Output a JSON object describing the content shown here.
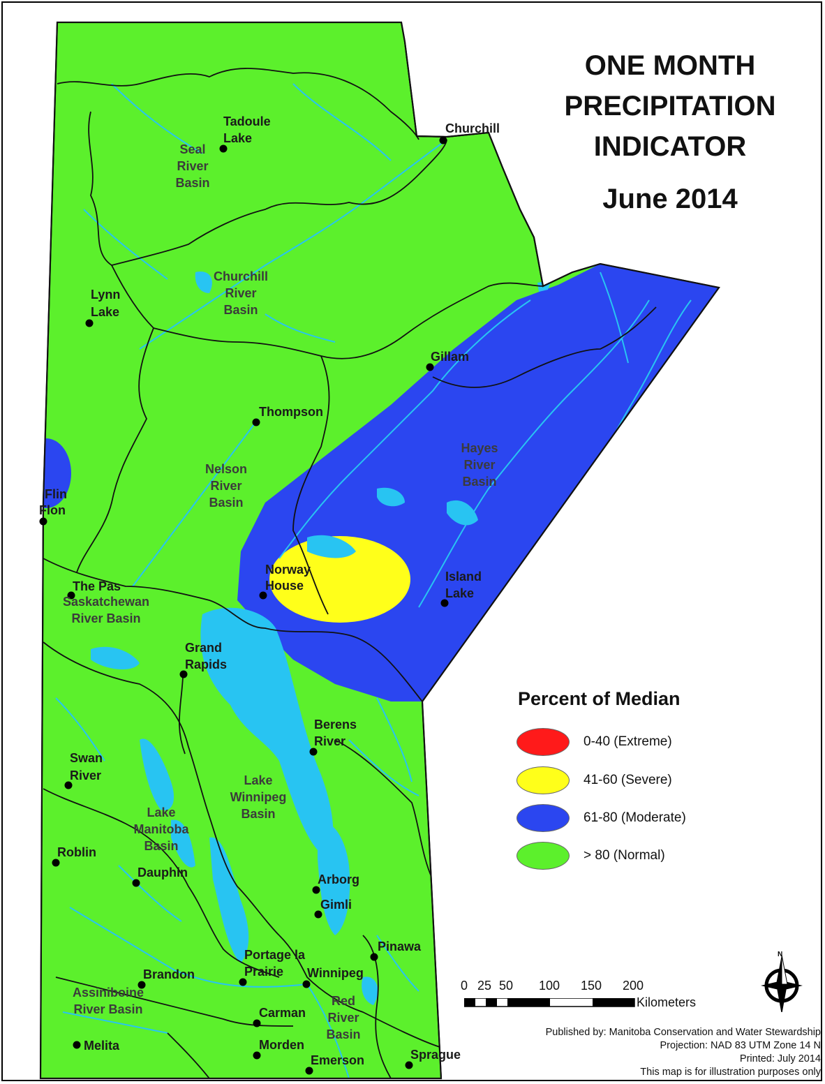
{
  "title": {
    "line1": "ONE MONTH",
    "line2": "PRECIPITATION",
    "line3": "INDICATOR",
    "period": "June 2014"
  },
  "legend": {
    "title": "Percent of Median",
    "items": [
      {
        "label": "0-40 (Extreme)",
        "color": "#ff1a1a"
      },
      {
        "label": "41-60 (Severe)",
        "color": "#ffff1a"
      },
      {
        "label": "61-80 (Moderate)",
        "color": "#2b46f0"
      },
      {
        "label": "> 80 (Normal)",
        "color": "#5cf02c"
      }
    ]
  },
  "colors": {
    "normal": "#5cf02c",
    "moderate": "#2b46f0",
    "severe": "#ffff1a",
    "water": "#28c4f2",
    "boundary": "#111111"
  },
  "places": {
    "churchill": "Churchill",
    "tadoule_1": "Tadoule",
    "tadoule_2": "Lake",
    "lynn_1": "Lynn",
    "lynn_2": "Lake",
    "gillam": "Gillam",
    "thompson": "Thompson",
    "flin_1": "Flin",
    "flin_2": "Flon",
    "norway_1": "Norway",
    "norway_2": "House",
    "island_1": "Island",
    "island_2": "Lake",
    "the_pas": "The Pas",
    "grand_1": "Grand",
    "grand_2": "Rapids",
    "berens_1": "Berens",
    "berens_2": "River",
    "swan_1": "Swan",
    "swan_2": "River",
    "roblin": "Roblin",
    "dauphin": "Dauphin",
    "arborg": "Arborg",
    "gimli": "Gimli",
    "pinawa": "Pinawa",
    "portage_1": "Portage la",
    "portage_2": "Prairie",
    "winnipeg": "Winnipeg",
    "brandon": "Brandon",
    "carman": "Carman",
    "morden": "Morden",
    "melita": "Melita",
    "emerson": "Emerson",
    "sprague": "Sprague"
  },
  "basins": {
    "seal_1": "Seal",
    "seal_2": "River",
    "seal_3": "Basin",
    "churchill_1": "Churchill",
    "churchill_2": "River",
    "churchill_3": "Basin",
    "nelson_1": "Nelson",
    "nelson_2": "River",
    "nelson_3": "Basin",
    "hayes_1": "Hayes",
    "hayes_2": "River",
    "hayes_3": "Basin",
    "sask_1": "Saskatchewan",
    "sask_2": "River Basin",
    "lwb_1": "Lake",
    "lwb_2": "Winnipeg",
    "lwb_3": "Basin",
    "lmb_1": "Lake",
    "lmb_2": "Manitoba",
    "lmb_3": "Basin",
    "assin_1": "Assiniboine",
    "assin_2": "River Basin",
    "red_1": "Red",
    "red_2": "River",
    "red_3": "Basin"
  },
  "scale_bar": {
    "ticks": [
      "0",
      "25",
      "50",
      "100",
      "150",
      "200"
    ],
    "unit": "Kilometers"
  },
  "publisher": {
    "line1": "Published by:  Manitoba Conservation and Water Stewardship",
    "line2": "Projection:  NAD 83 UTM Zone 14 N",
    "line3": "Printed:  July 2014",
    "line4": "This map is for illustration purposes only"
  },
  "north_arrow": {
    "label": "N",
    "icon": "north-arrow-icon"
  }
}
